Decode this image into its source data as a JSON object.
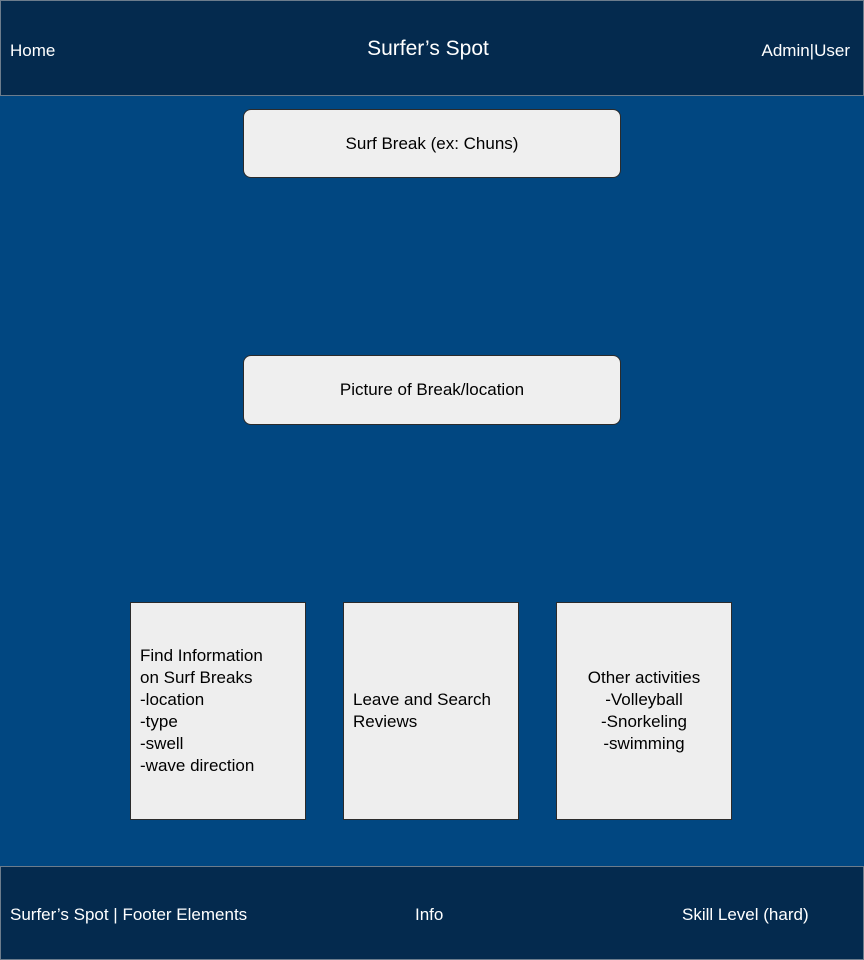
{
  "header": {
    "home": "Home",
    "title": "Surfer’s Spot",
    "account": "Admin|User"
  },
  "main": {
    "surf_break": "Surf Break (ex: Chuns)",
    "picture": "Picture of Break/location",
    "cards": [
      {
        "text": "Find Information\non Surf Breaks\n-location\n-type\n-swell\n-wave direction"
      },
      {
        "text": "Leave and Search\nReviews"
      },
      {
        "text": "Other activities\n-Volleyball\n-Snorkeling\n-swimming"
      }
    ]
  },
  "footer": {
    "left": "Surfer’s Spot | Footer Elements",
    "info": "Info",
    "skill": "Skill Level (hard)"
  },
  "colors": {
    "background": "#014781",
    "header_footer": "#042a4e",
    "box": "#efefef"
  }
}
